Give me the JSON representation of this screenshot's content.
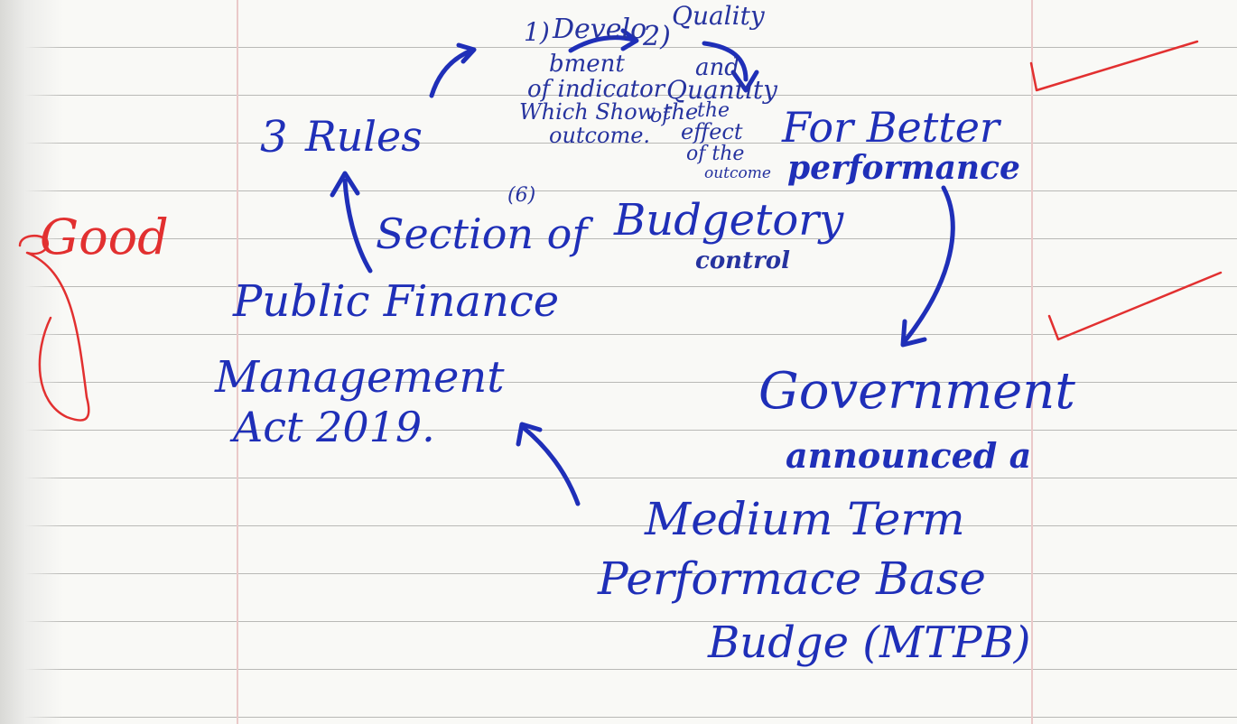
{
  "notes": {
    "rules_number": "3",
    "rules_word": "Rules",
    "rule1_number": "1)",
    "rule1_line1": "Develo",
    "rule1_line2": "bment",
    "rule1_line3": "of indicator",
    "rule1_line4": "Which Show the",
    "rule1_line5": "outcome.",
    "rule2_number": "2)",
    "rule2_line1": "Quality",
    "rule2_line2": "and",
    "rule2_line3": "Quantity",
    "rule2_line4": "of",
    "rule2_line5": "the",
    "rule2_line6": "effect",
    "rule2_line7": "of the",
    "rule2_line8": "outcome",
    "better_line1": "For Better",
    "better_line2": "performance",
    "section_num": "(6)",
    "section_line": "Section of",
    "budgetory": "Budgetory",
    "control": "control",
    "act_line1": "Public Finance",
    "act_line2": "Management",
    "act_line3": "Act 2019.",
    "gov_line1": "Government",
    "gov_line2": "announced a",
    "gov_line3": "Medium Term",
    "gov_line4": "Performace Base",
    "gov_line5": "Budge (MTPB)"
  },
  "grading": {
    "remark": "Good",
    "remark_color": "#e23030",
    "ink_color": "#1f2fb8"
  }
}
